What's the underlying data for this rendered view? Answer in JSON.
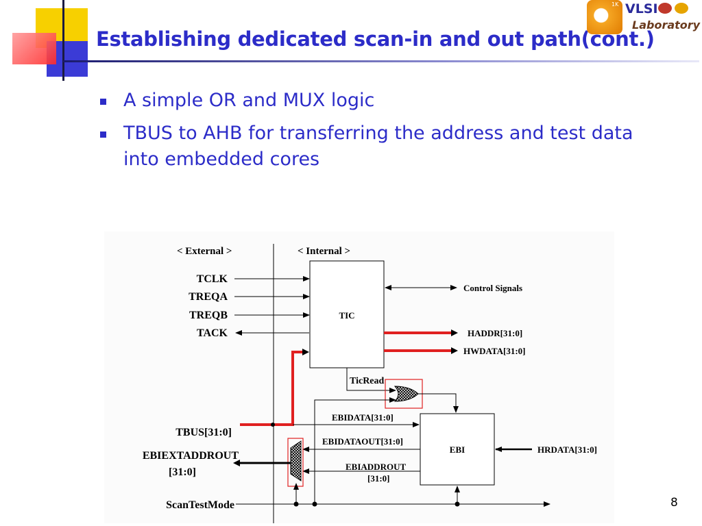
{
  "slide": {
    "title": "Establishing dedicated scan-in and out path(cont.)",
    "page_number": "8"
  },
  "logo": {
    "top_text": "VLSI",
    "bottom_text": "Laboratory",
    "badge_text": "1K"
  },
  "bullets": [
    {
      "text": "A simple OR and MUX logic"
    },
    {
      "text": "TBUS to AHB for transferring the address and test data into embedded cores"
    }
  ],
  "diagram": {
    "external_label": "< External >",
    "internal_label": "< Internal >",
    "signals": {
      "tclk": "TCLK",
      "treqa": "TREQA",
      "treqb": "TREQB",
      "tack": "TACK",
      "tbus": "TBUS[31:0]",
      "ebiextaddrout_1": "EBIEXTADDROUT",
      "ebiextaddrout_2": "[31:0]",
      "scantestmode": "ScanTestMode",
      "control_signals": "Control Signals",
      "haddr": "HADDR[31:0]",
      "hwdata": "HWDATA[31:0]",
      "ticread": "TicRead",
      "ebidata": "EBIDATA[31:0]",
      "ebidataout": "EBIDATAOUT[31:0]",
      "ebiaddrout_1": "EBIADDROUT",
      "ebiaddrout_2": "[31:0]",
      "hrdata": "HRDATA[31:0]"
    },
    "blocks": {
      "tic": "TIC",
      "ebi": "EBI"
    },
    "highlight_color": "#e02020"
  }
}
